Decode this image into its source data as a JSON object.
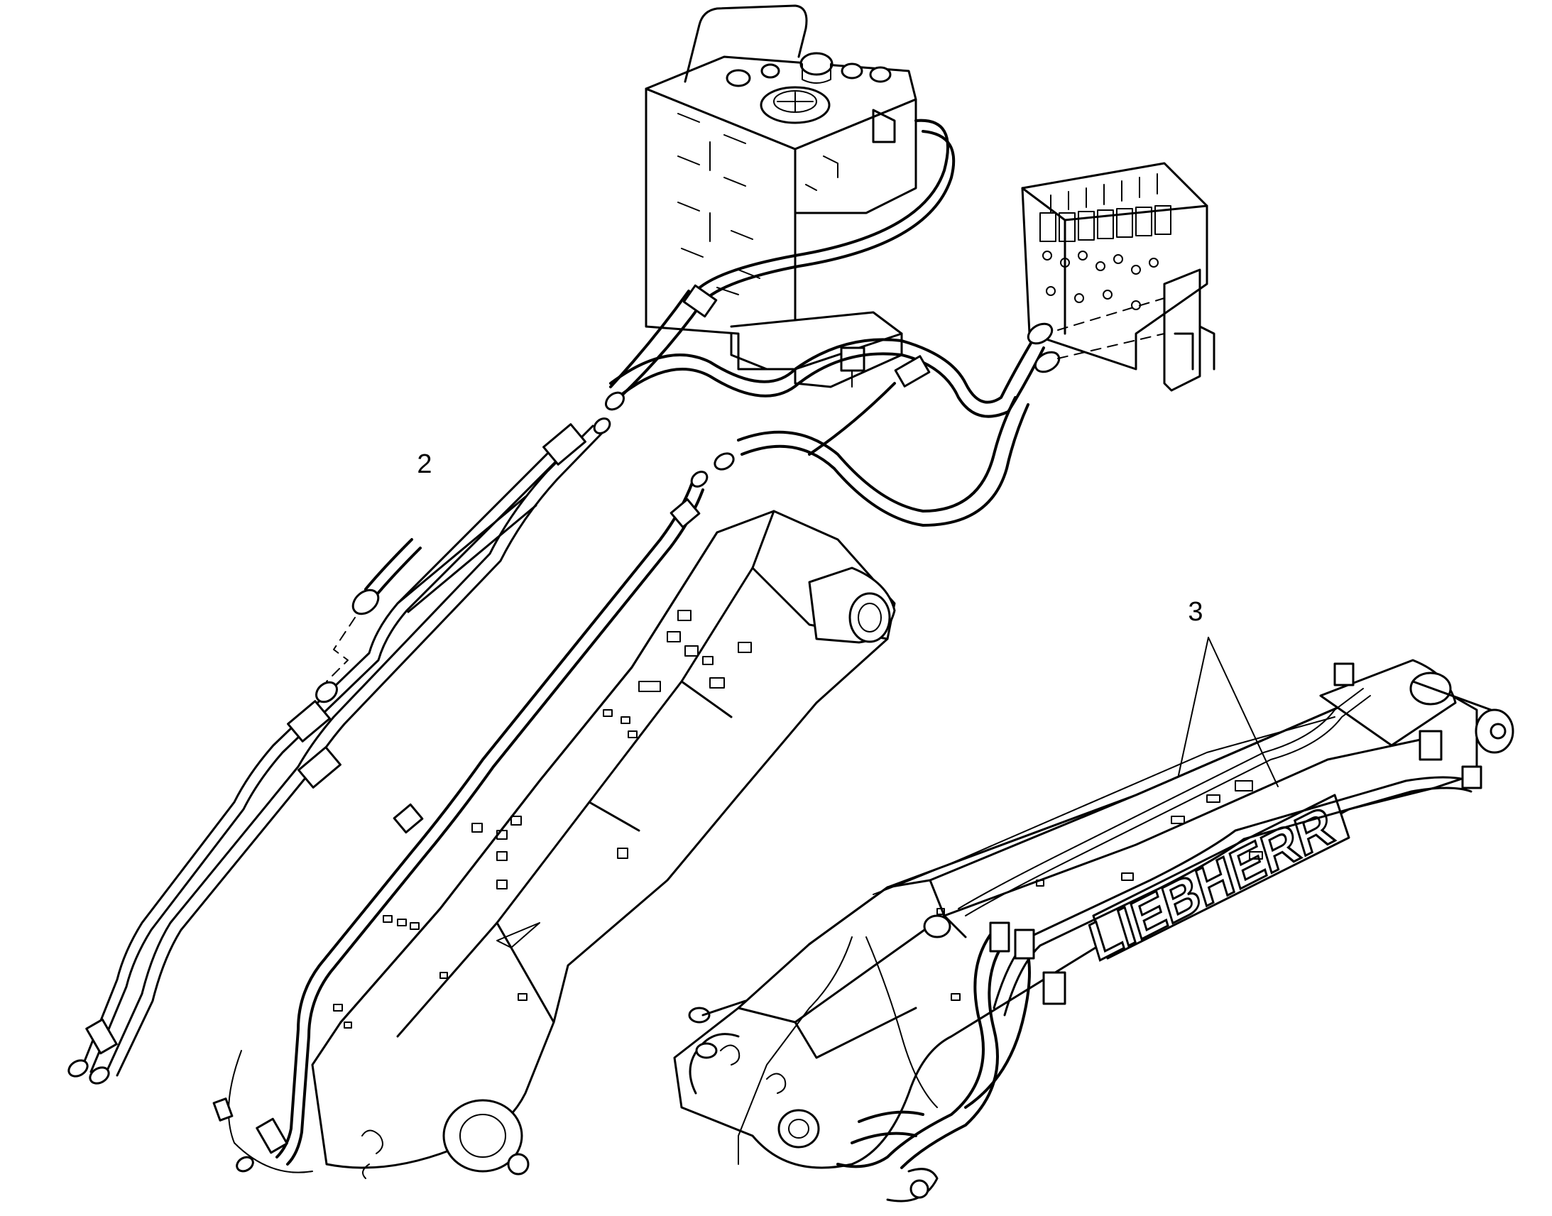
{
  "callouts": {
    "hose_line_2": "2",
    "hose_line_3": "3"
  },
  "boom_brand_text": "LIEBHERR",
  "colors": {
    "line": "#000000",
    "background": "#ffffff"
  }
}
